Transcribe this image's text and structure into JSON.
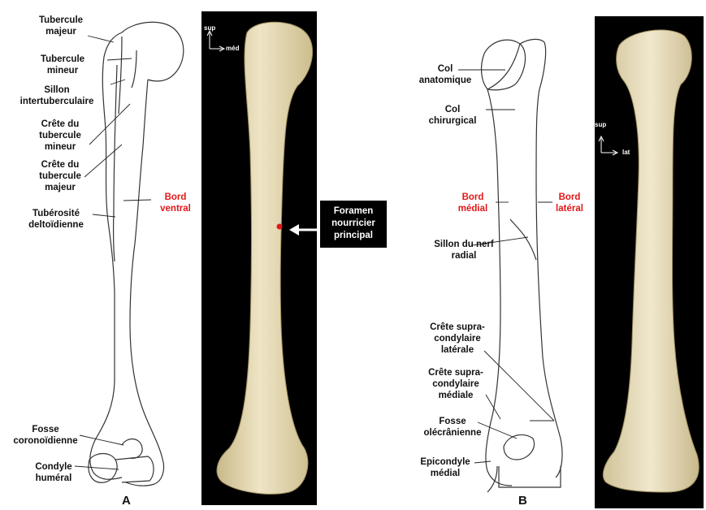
{
  "panels": {
    "a": "A",
    "b": "B"
  },
  "orientation": {
    "photo_a": {
      "sup": "sup",
      "med": "méd"
    },
    "photo_b": {
      "sup": "sup",
      "lat": "lat"
    }
  },
  "diagram_a_labels": {
    "tubercule_majeur": [
      "Tubercule",
      "majeur"
    ],
    "tubercule_mineur": [
      "Tubercule",
      "mineur"
    ],
    "sillon": [
      "Sillon",
      "intertuberculaire"
    ],
    "crete_mineur": [
      "Crête du",
      "tubercule",
      "mineur"
    ],
    "crete_majeur": [
      "Crête du",
      "tubercule",
      "majeur"
    ],
    "tuberosite": [
      "Tubérosité",
      "deltoïdienne"
    ],
    "bord_ventral": [
      "Bord",
      "ventral"
    ],
    "fosse_coronoidienne": [
      "Fosse",
      "coronoïdienne"
    ],
    "condyle": [
      "Condyle",
      "huméral"
    ]
  },
  "foramen_callout": [
    "Foramen",
    "nourricier",
    "principal"
  ],
  "diagram_b_labels": {
    "col_anatomique": [
      "Col",
      "anatomique"
    ],
    "col_chirurgical": [
      "Col",
      "chirurgical"
    ],
    "bord_medial": [
      "Bord",
      "médial"
    ],
    "bord_lateral": [
      "Bord",
      "latéral"
    ],
    "sillon_nerf": [
      "Sillon du nerf",
      "radial"
    ],
    "crete_laterale": [
      "Crête supra-",
      "condylaire",
      "latérale"
    ],
    "crete_mediale": [
      "Crête supra-",
      "condylaire",
      "médiale"
    ],
    "fosse_olecranienne": [
      "Fosse",
      "olécrânienne"
    ],
    "epicondyle": [
      "Epicondyle",
      "médial"
    ]
  },
  "colors": {
    "emphasis": "#e01818",
    "foramen_dot": "#e01818",
    "bone": "#e8dcb4",
    "background_photo": "#000000"
  }
}
